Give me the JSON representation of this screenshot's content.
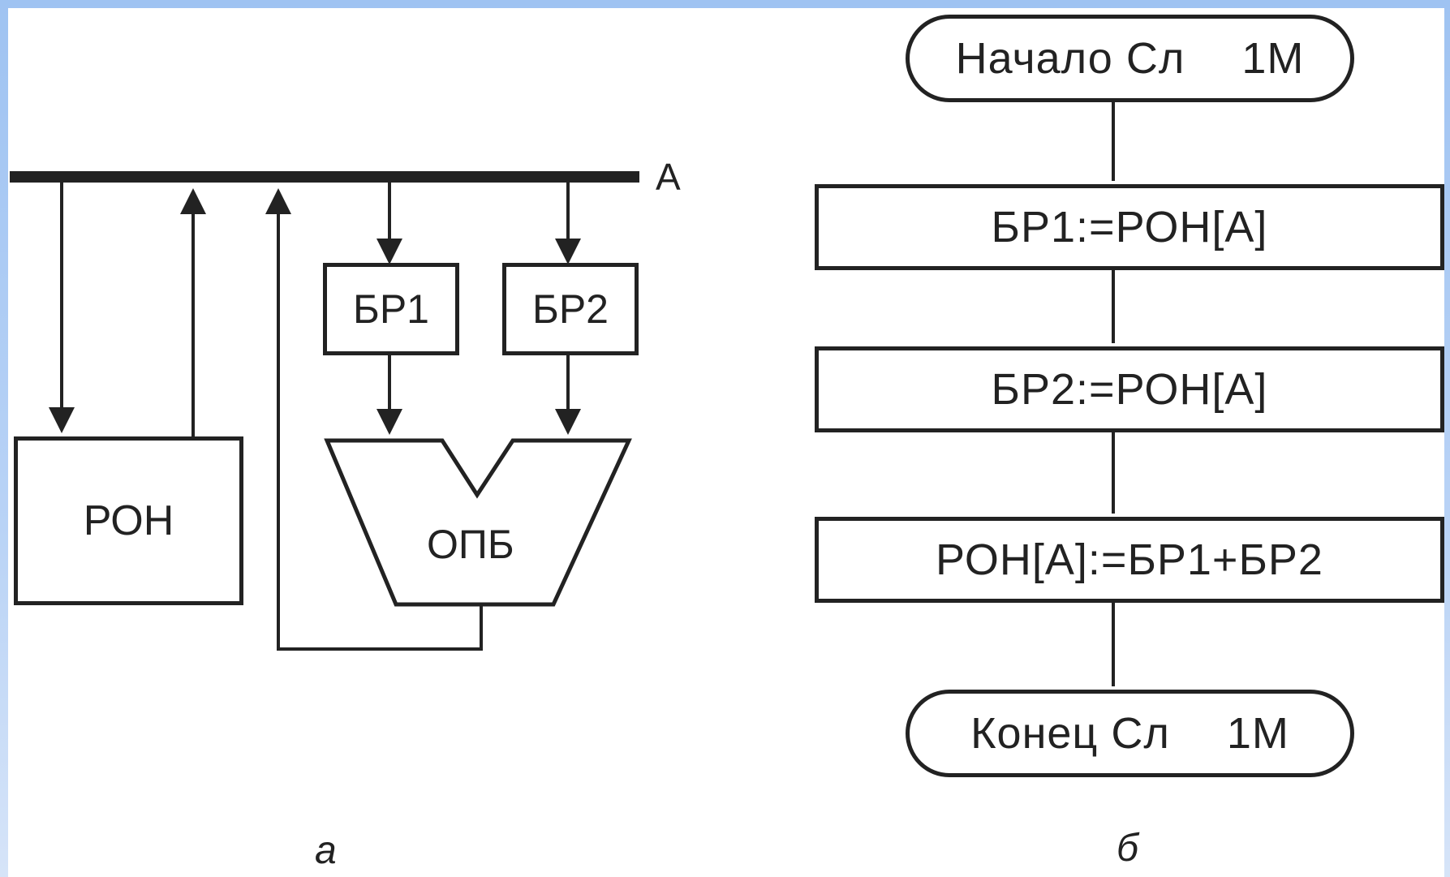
{
  "diagram_a": {
    "bus_label": "А",
    "ron_label": "РОН",
    "br1_label": "БР1",
    "br2_label": "БР2",
    "opb_label": "ОПБ",
    "caption": "а"
  },
  "diagram_b": {
    "start": {
      "name": "Начало Сл",
      "tag": "1М"
    },
    "steps": [
      "БР1:=РОН[А]",
      "БР2:=РОН[А]",
      "РОН[А]:=БР1+БР2"
    ],
    "end": {
      "name": "Конец Сл",
      "tag": "1М"
    },
    "caption": "б"
  }
}
